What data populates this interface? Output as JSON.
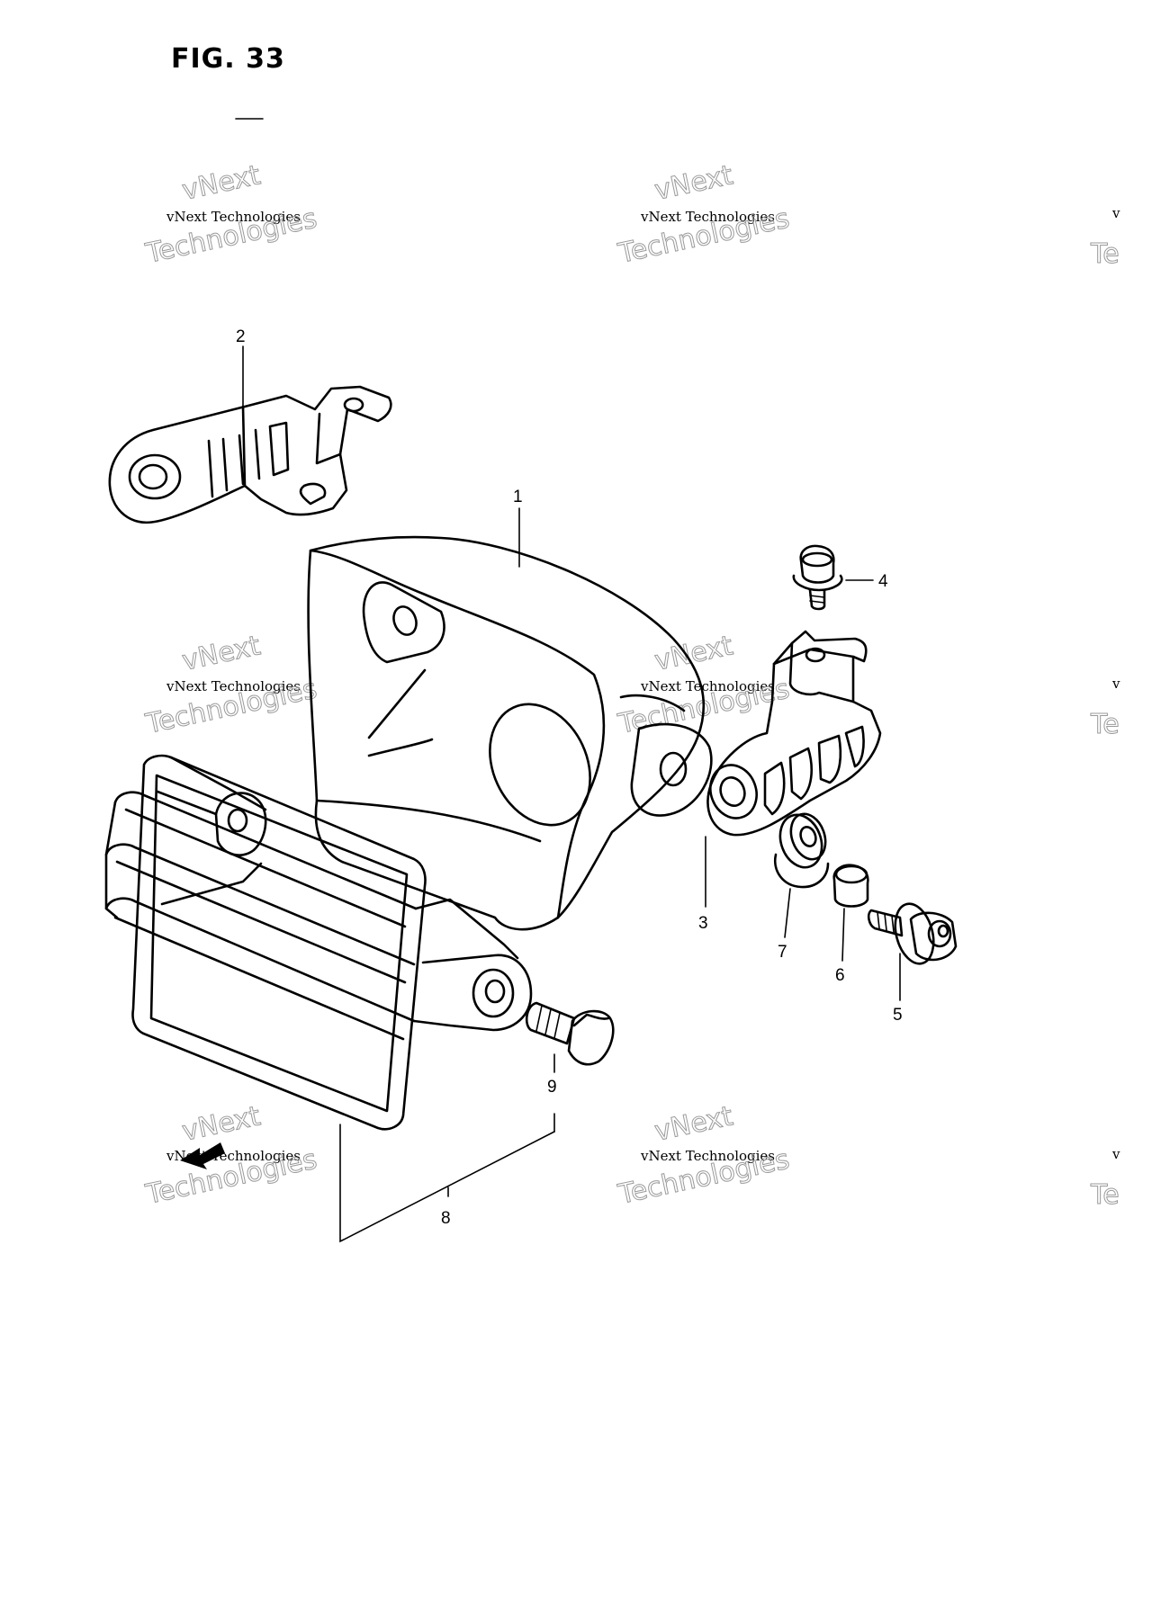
{
  "figure": {
    "title": "FIG. 33"
  },
  "callouts": [
    {
      "id": "1",
      "label": "1"
    },
    {
      "id": "2",
      "label": "2"
    },
    {
      "id": "3",
      "label": "3"
    },
    {
      "id": "4",
      "label": "4"
    },
    {
      "id": "5",
      "label": "5"
    },
    {
      "id": "6",
      "label": "6"
    },
    {
      "id": "7",
      "label": "7"
    },
    {
      "id": "8",
      "label": "8"
    },
    {
      "id": "9",
      "label": "9"
    }
  ],
  "watermark": {
    "line1": "vNext",
    "line2": "vNext Technologies",
    "line3": "Technologies",
    "edge": "v",
    "edge2": "Te"
  }
}
